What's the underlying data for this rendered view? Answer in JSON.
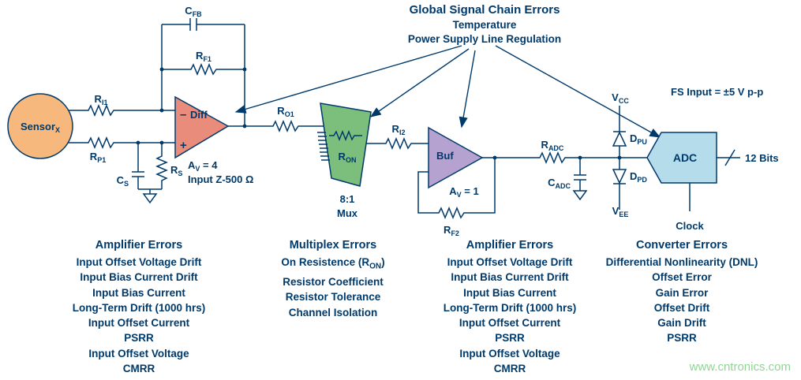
{
  "header": {
    "title": "Global Signal Chain Errors",
    "subtitle1": "Temperature",
    "subtitle2": "Power Supply Line Regulation"
  },
  "circuit": {
    "sensor": {
      "main": "Sensor",
      "sub": "X"
    },
    "r_i1": {
      "main": "R",
      "sub": "I1"
    },
    "r_p1": {
      "main": "R",
      "sub": "P1"
    },
    "c_s": {
      "main": "C",
      "sub": "S"
    },
    "r_s": {
      "main": "R",
      "sub": "S"
    },
    "c_fb": {
      "main": "C",
      "sub": "FB"
    },
    "r_f1": {
      "main": "R",
      "sub": "F1"
    },
    "diff_amp": {
      "label": "Diff",
      "minus": "–",
      "plus": "+"
    },
    "gain1": {
      "main": "A",
      "sub": "V",
      "rest": " = 4"
    },
    "impedance": "Input Z-500 Ω",
    "r_o1": {
      "main": "R",
      "sub": "O1"
    },
    "mux": {
      "r_on_main": "R",
      "r_on_sub": "ON",
      "line1": "8:1",
      "line2": "Mux"
    },
    "r_i2": {
      "main": "R",
      "sub": "I2"
    },
    "buf_amp": {
      "label": "Buf"
    },
    "gain2": {
      "main": "A",
      "sub": "V",
      "rest": " = 1"
    },
    "r_f2": {
      "main": "R",
      "sub": "F2"
    },
    "r_adc": {
      "main": "R",
      "sub": "ADC"
    },
    "c_adc": {
      "main": "C",
      "sub": "ADC"
    },
    "d_pu": {
      "main": "D",
      "sub": "PU"
    },
    "d_pd": {
      "main": "D",
      "sub": "PD"
    },
    "v_cc": {
      "main": "V",
      "sub": "CC"
    },
    "v_ee": {
      "main": "V",
      "sub": "EE"
    },
    "adc": {
      "label": "ADC",
      "fs_input": "FS Input = ±5 V p-p",
      "bits": "12 Bits",
      "clock": "Clock"
    }
  },
  "error_columns": [
    {
      "title": "Amplifier Errors",
      "items": [
        "Input Offset Voltage Drift",
        "Input Bias Current Drift",
        "Input Bias Current",
        "Long-Term Drift (1000 hrs)",
        "Input Offset Current",
        "PSRR",
        "Input Offset Voltage",
        "CMRR"
      ]
    },
    {
      "title": "Multiplex Errors",
      "items": [
        "On Resistence (R{ON})",
        "Resistor Coefficient",
        "Resistor Tolerance",
        "Channel Isolation"
      ]
    },
    {
      "title": "Amplifier Errors",
      "items": [
        "Input Offset Voltage Drift",
        "Input Bias Current Drift",
        "Input Bias Current",
        "Long-Term Drift (1000 hrs)",
        "Input Offset Current",
        "PSRR",
        "Input Offset Voltage",
        "CMRR"
      ]
    },
    {
      "title": "Converter Errors",
      "items": [
        "Differential Nonlinearity (DNL)",
        "Offset Error",
        "Gain Error",
        "Offset Drift",
        "Gain Drift",
        "PSRR"
      ]
    }
  ],
  "watermark": "www.cntronics.com",
  "colors": {
    "text": "#003A6B",
    "sensor_fill": "#F6B87C",
    "diff_fill": "#E98C7B",
    "mux_fill": "#7CBE7C",
    "buf_fill": "#B5A2D0",
    "adc_fill": "#B5DCEA",
    "watermark": "#8FD694"
  }
}
